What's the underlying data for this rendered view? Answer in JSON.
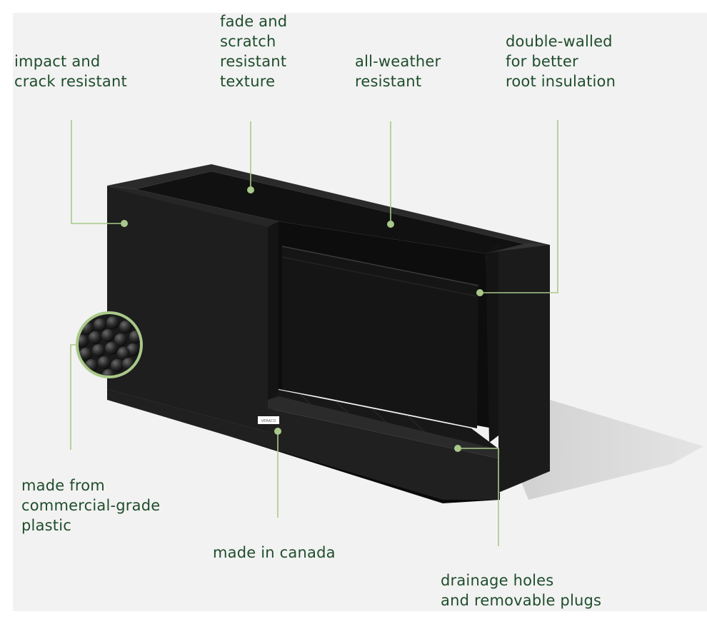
{
  "callouts": {
    "impact": {
      "lines": [
        "impact and",
        "crack resistant"
      ]
    },
    "fade": {
      "lines": [
        "fade and",
        "scratch",
        "resistant",
        "texture"
      ]
    },
    "weather": {
      "lines": [
        "all-weather",
        "resistant"
      ]
    },
    "double": {
      "lines": [
        "double-walled",
        "for better",
        "root insulation"
      ]
    },
    "plastic": {
      "lines": [
        "made from",
        "commercial-grade",
        "plastic"
      ]
    },
    "canada": {
      "lines": [
        "made in canada"
      ]
    },
    "drainage": {
      "lines": [
        "drainage holes",
        "and removable plugs"
      ]
    }
  },
  "product": {
    "badge_text": "VERACO"
  },
  "colors": {
    "text": "#1f4d2c",
    "callout_line": "#a9c98a",
    "background": "#f2f2f2",
    "planter": "#1c1c1c"
  }
}
